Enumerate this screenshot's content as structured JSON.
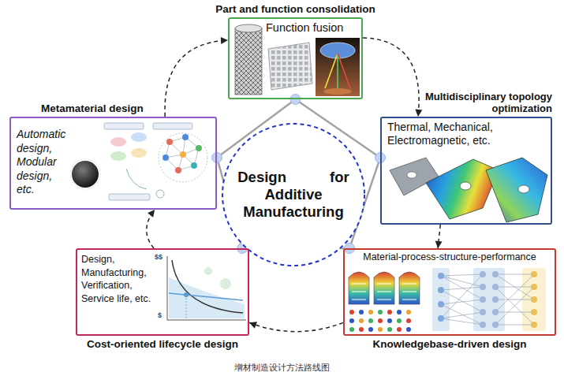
{
  "diagram": {
    "caption": "增材制造设计方法路线图",
    "nodes": [
      {
        "text": [
          "Design for Additive Manufacturing"
        ]
      },
      {
        "text": [
          "Part and function consolidation",
          "Function fusion"
        ]
      },
      {
        "text": [
          "Multidisciplinary topology optimization",
          "Thermal, Mechanical, Electromagnetic, etc."
        ]
      },
      {
        "text": [
          "Material-process-structure-performance",
          "Knowledgebase-driven design"
        ]
      },
      {
        "text": [
          "Design, Manufacturing, Verification, Service life, etc.",
          "Cost-oriented lifecycle design"
        ]
      },
      {
        "text": [
          "Metamaterial design",
          "Automatic design, Modular design, etc."
        ]
      }
    ],
    "edges": [
      {
        "from": 1,
        "to": 2,
        "arrow": "to"
      },
      {
        "from": 2,
        "to": 3,
        "arrow": "to"
      },
      {
        "from": 3,
        "to": 4,
        "arrow": "to"
      },
      {
        "from": 4,
        "to": 5,
        "arrow": "to"
      },
      {
        "from": 5,
        "to": 1,
        "arrow": "to"
      },
      {
        "from": 1,
        "to": 2,
        "arrow": "none"
      },
      {
        "from": 2,
        "to": 3,
        "arrow": "none"
      },
      {
        "from": 3,
        "to": 4,
        "arrow": "none"
      },
      {
        "from": 4,
        "to": 5,
        "arrow": "none"
      },
      {
        "from": 5,
        "to": 1,
        "arrow": "none"
      }
    ],
    "labels": [
      "$$",
      "$"
    ]
  }
}
